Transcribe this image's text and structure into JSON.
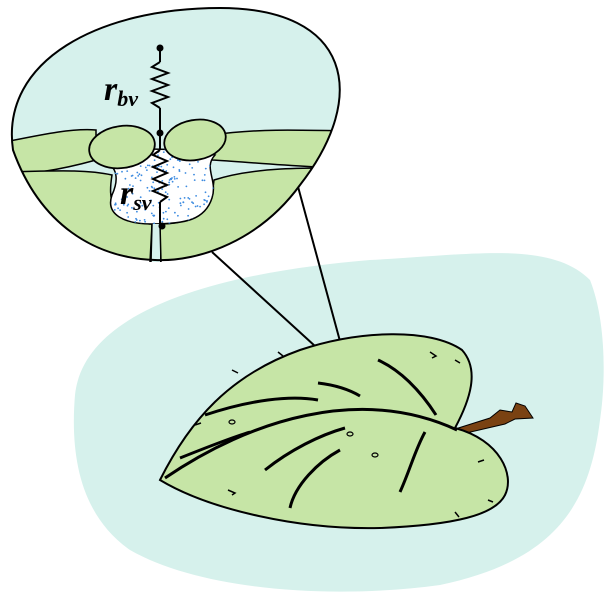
{
  "labels": {
    "boundary_layer": {
      "symbol": "r",
      "subscript": "bv"
    },
    "stomatal": {
      "symbol": "r",
      "subscript": "sv"
    }
  },
  "colors": {
    "leaf_fill": "#c6e5a6",
    "leaf_outline": "#000000",
    "background_blob": "#d6f1ec",
    "air_in_magnifier": "#d6f1ec",
    "water_vapor_dots": "#3d8be0",
    "stem": "#7a4212"
  }
}
